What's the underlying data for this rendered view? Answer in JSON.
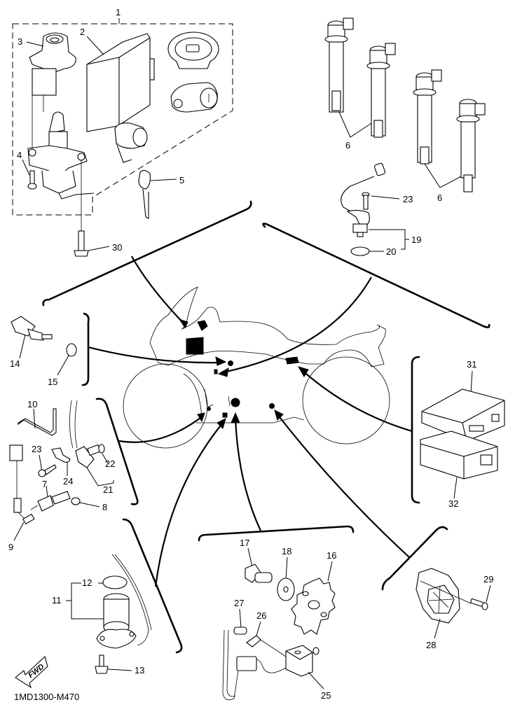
{
  "diagram": {
    "catalog_code": "1MD1300-M470",
    "direction_label": "FWD",
    "colors": {
      "line": "#000000",
      "background": "#ffffff"
    },
    "callouts": {
      "c1": "1",
      "c2": "2",
      "c3": "3",
      "c4": "4",
      "c5": "5",
      "c6a": "6",
      "c6b": "6",
      "c7": "7",
      "c8": "8",
      "c9": "9",
      "c10": "10",
      "c11": "11",
      "c12": "12",
      "c13": "13",
      "c14": "14",
      "c15": "15",
      "c16": "16",
      "c17": "17",
      "c18": "18",
      "c19": "19",
      "c20": "20",
      "c21": "21",
      "c22": "22",
      "c23a": "23",
      "c23b": "23",
      "c24": "24",
      "c25": "25",
      "c26": "26",
      "c27": "27",
      "c28": "28",
      "c29": "29",
      "c30": "30",
      "c31": "31",
      "c32": "32"
    },
    "groups": [
      {
        "name": "key-set",
        "parts": [
          "1",
          "2",
          "3",
          "4",
          "5",
          "30"
        ]
      },
      {
        "name": "ignition-coils",
        "parts": [
          "6"
        ]
      },
      {
        "name": "sensor-top-right",
        "parts": [
          "19",
          "20",
          "23"
        ]
      },
      {
        "name": "temperature-sensor",
        "parts": [
          "14",
          "15"
        ]
      },
      {
        "name": "sensors-left",
        "parts": [
          "7",
          "8",
          "9",
          "10",
          "21",
          "22",
          "23",
          "24"
        ]
      },
      {
        "name": "ecu-units",
        "parts": [
          "31",
          "32"
        ]
      },
      {
        "name": "solenoid",
        "parts": [
          "11",
          "12",
          "13"
        ]
      },
      {
        "name": "sprocket-sensor",
        "parts": [
          "16",
          "17",
          "18",
          "25",
          "26",
          "27"
        ]
      },
      {
        "name": "throttle-servo",
        "parts": [
          "28",
          "29"
        ]
      }
    ]
  }
}
